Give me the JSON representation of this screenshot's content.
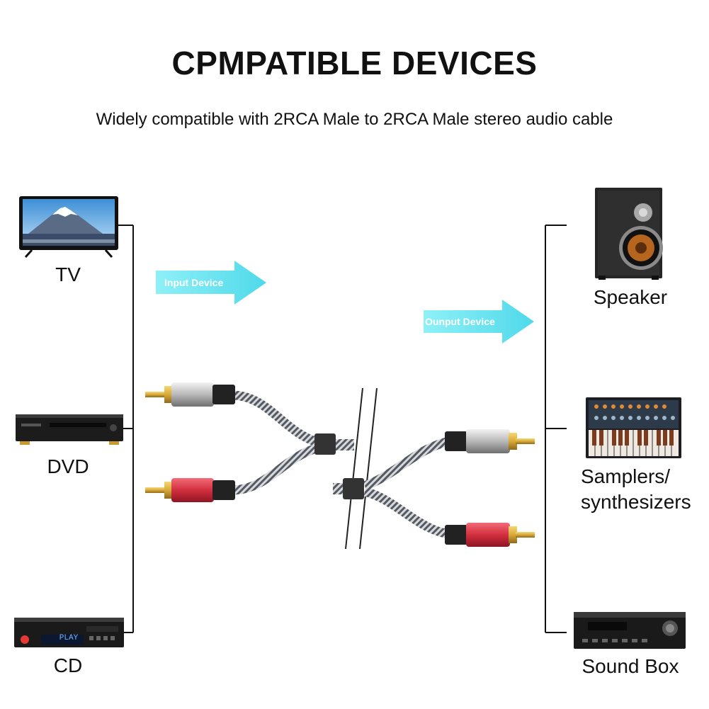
{
  "header": {
    "title": "CPMPATIBLE DEVICES",
    "subtitle": "Widely compatible with 2RCA Male to 2RCA Male stereo audio cable"
  },
  "input_devices": [
    {
      "label": "TV",
      "icon": "tv-icon"
    },
    {
      "label": "DVD",
      "icon": "dvd-player-icon"
    },
    {
      "label": "CD",
      "icon": "cd-player-icon"
    }
  ],
  "output_devices": [
    {
      "label": "Speaker",
      "icon": "speaker-icon"
    },
    {
      "label": "Samplers/ synthesizers",
      "icon": "synthesizer-icon"
    },
    {
      "label": "Sound Box",
      "icon": "sound-box-icon"
    }
  ],
  "arrows": {
    "input_label": "Input Device",
    "output_label": "Ounput Device",
    "color": "#6fe6f2"
  },
  "cable": {
    "silver_color": "#c9c9c9",
    "red_color": "#d32f3f",
    "gold_color": "#d8a93a",
    "braid_color": "#8c8f96"
  },
  "screens": {
    "cd_display_text": "PLAY"
  }
}
